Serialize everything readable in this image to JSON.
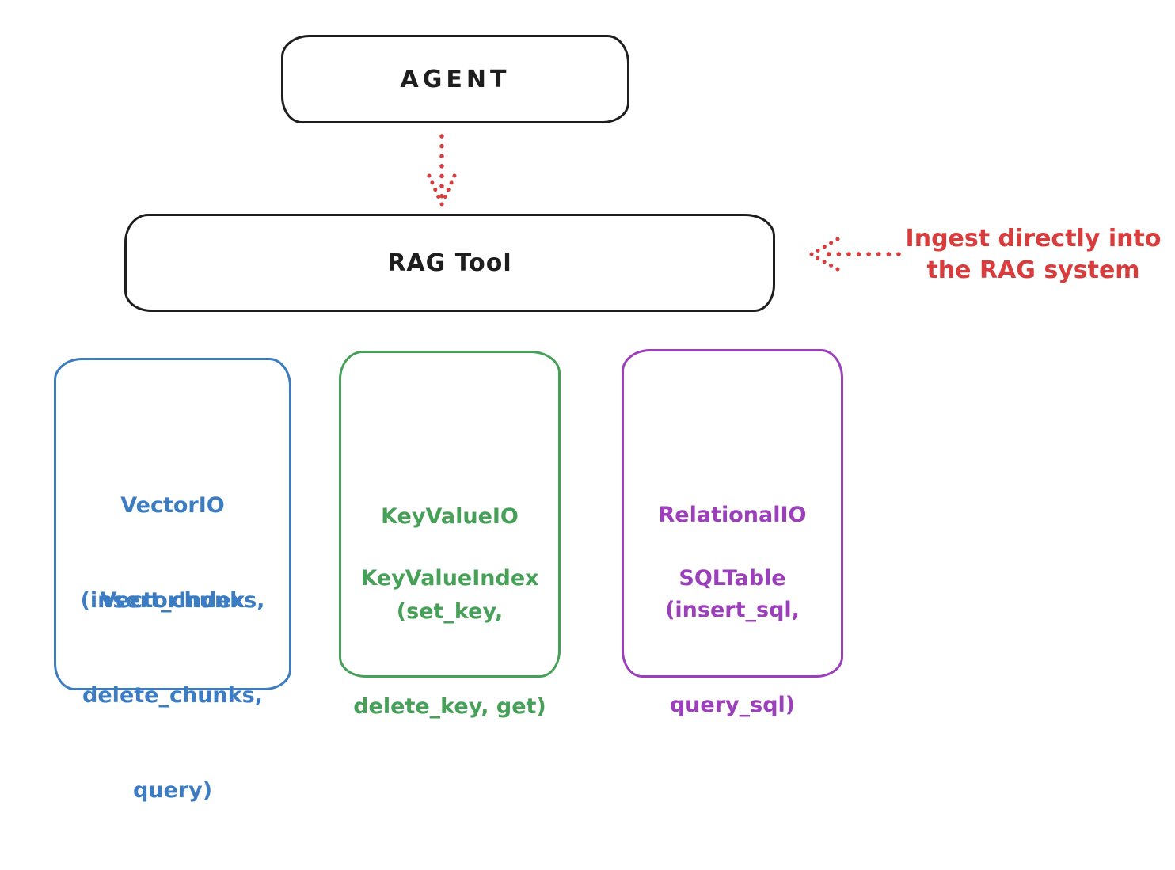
{
  "colors": {
    "ink": "#1e1e1e",
    "blue": "#3b7cc2",
    "green": "#46a057",
    "purple": "#9b3fba",
    "red": "#d83c3c"
  },
  "nodes": {
    "agent": {
      "label": "AGENT"
    },
    "rag_tool": {
      "label": "RAG Tool"
    },
    "vector": {
      "lines": [
        "VectorIO",
        "(insert_chunks,",
        "delete_chunks,",
        "query)"
      ],
      "index_label": "VectorIndex"
    },
    "keyvalue": {
      "lines": [
        "KeyValueIO",
        "(set_key,",
        "delete_key, get)"
      ],
      "index_label": "KeyValueIndex"
    },
    "relational": {
      "lines": [
        "RelationalIO",
        "(insert_sql,",
        "query_sql)"
      ],
      "index_label": "SQLTable"
    }
  },
  "annotation": {
    "line1": "Ingest directly into",
    "line2": "the RAG system"
  },
  "arrows": {
    "agent_to_rag": "dotted-down-arrow",
    "annotation_to_rag": "dotted-left-arrow"
  }
}
